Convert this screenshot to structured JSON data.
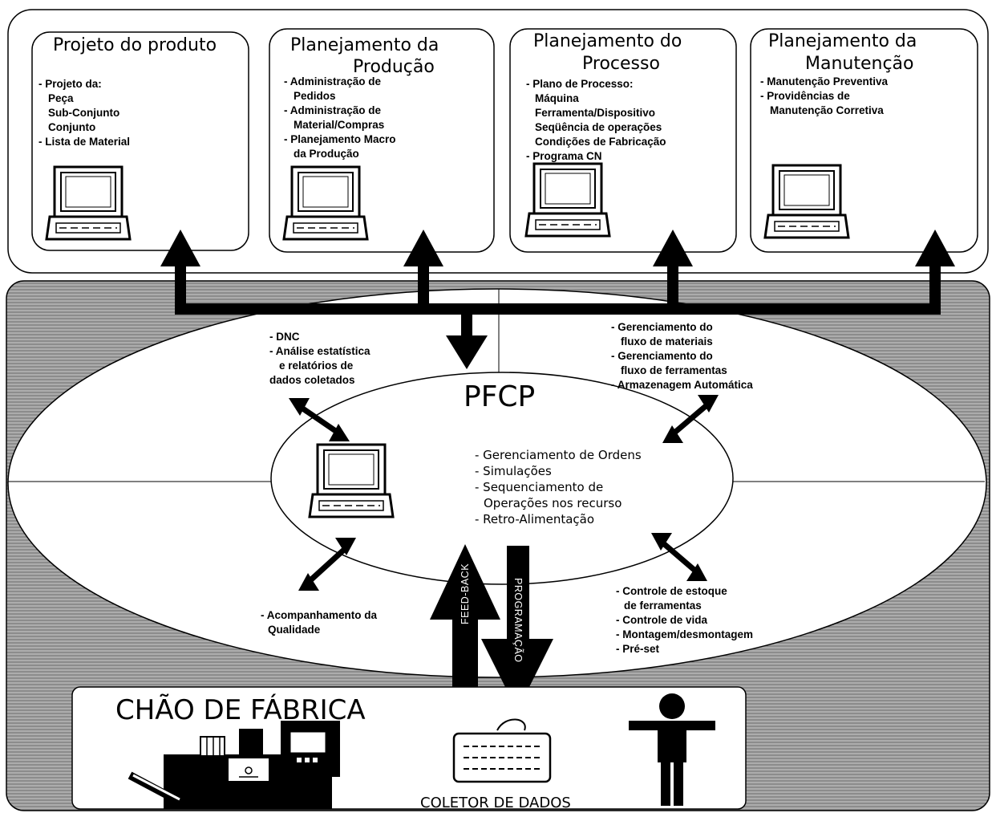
{
  "top_boxes": [
    {
      "title_lines": [
        "Projeto do produto"
      ],
      "items": [
        "- Projeto da:",
        "Peça",
        "Sub-Conjunto",
        "Conjunto",
        "- Lista de Material"
      ]
    },
    {
      "title_lines": [
        "Planejamento da",
        "Produção"
      ],
      "items": [
        "- Administração de",
        "Pedidos",
        "- Administração de",
        "Material/Compras",
        "- Planejamento Macro",
        "da Produção"
      ]
    },
    {
      "title_lines": [
        "Planejamento do",
        "Processo"
      ],
      "items": [
        "- Plano de Processo:",
        "Máquina",
        "Ferramenta/Dispositivo",
        "Seqüência de operações",
        "Condições de Fabricação",
        "- Programa CN"
      ]
    },
    {
      "title_lines": [
        "Planejamento da",
        "Manutenção"
      ],
      "items": [
        "- Manutenção Preventiva",
        "- Providências de",
        "Manutenção Corretiva"
      ]
    }
  ],
  "center": {
    "title": "PFCP",
    "items": [
      "- Gerenciamento de Ordens",
      "- Simulações",
      "- Sequenciamento de",
      "Operações nos recurso",
      "- Retro-Alimentação"
    ]
  },
  "ring": {
    "top_left": [
      "- DNC",
      "- Análise estatística",
      "e relatórios de",
      "dados coletados"
    ],
    "top_right": [
      "- Gerenciamento do",
      "fluxo de materiais",
      "- Gerenciamento do",
      "fluxo de ferramentas",
      "- Armazenagem Automática"
    ],
    "bottom_left": [
      "- Acompanhamento da",
      "Qualidade"
    ],
    "bottom_right": [
      "- Controle de estoque",
      "de ferramentas",
      "- Controle de vida",
      "- Montagem/desmontagem",
      "- Pré-set"
    ]
  },
  "flows": {
    "up_label": "FEED-BACK",
    "down_label": "PROGRAMAÇÃO"
  },
  "floor": {
    "title": "CHÃO DE FÁBRICA",
    "collector_label": "COLETOR DE DADOS"
  },
  "icons": [
    "computer-terminal-icon",
    "cnc-machine-icon",
    "keyboard-icon",
    "person-icon"
  ],
  "colors": {
    "background_hatch": "#8a8a8a",
    "ink": "#000000",
    "panel": "#ffffff"
  }
}
